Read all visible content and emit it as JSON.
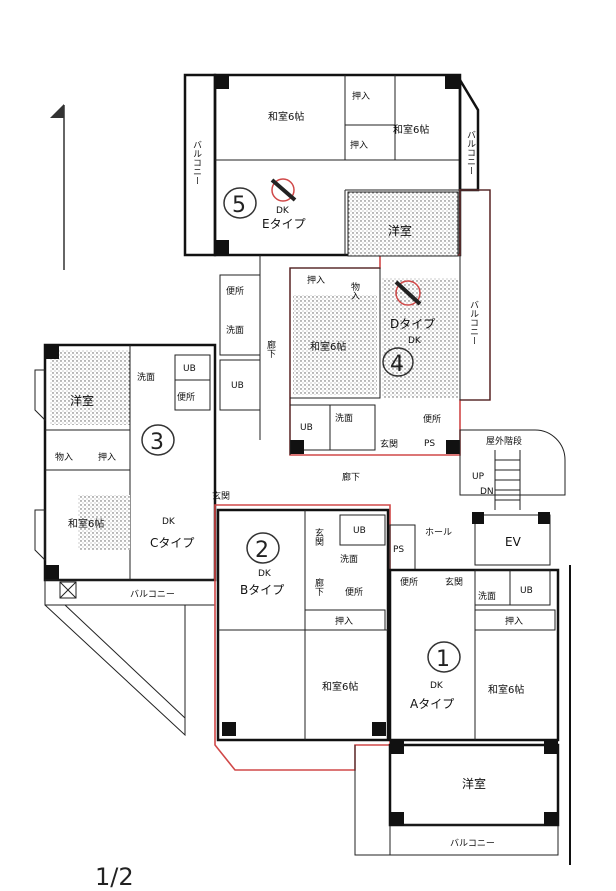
{
  "labels": {
    "washitsu_6": "和室6帖",
    "oshiire": "押入",
    "balcony": "バルコニー",
    "dk": "DK",
    "e_type": "Eタイプ",
    "d_type": "Dタイプ",
    "c_type": "Cタイプ",
    "b_type": "Bタイプ",
    "a_type": "Aタイプ",
    "yoshitsu": "洋室",
    "monoire": "物入",
    "benjo": "便所",
    "senmen": "洗面",
    "ub": "UB",
    "genkan": "玄関",
    "rouka": "廊下",
    "ps": "PS",
    "okugai_kaidan": "屋外階段",
    "up": "UP",
    "dn": "DN",
    "hall": "ホール",
    "ev": "EV",
    "north": "↑"
  },
  "markers": {
    "e": "5",
    "d": "4",
    "c": "3",
    "b": "2",
    "a": "1"
  },
  "footer_note": "1/2"
}
